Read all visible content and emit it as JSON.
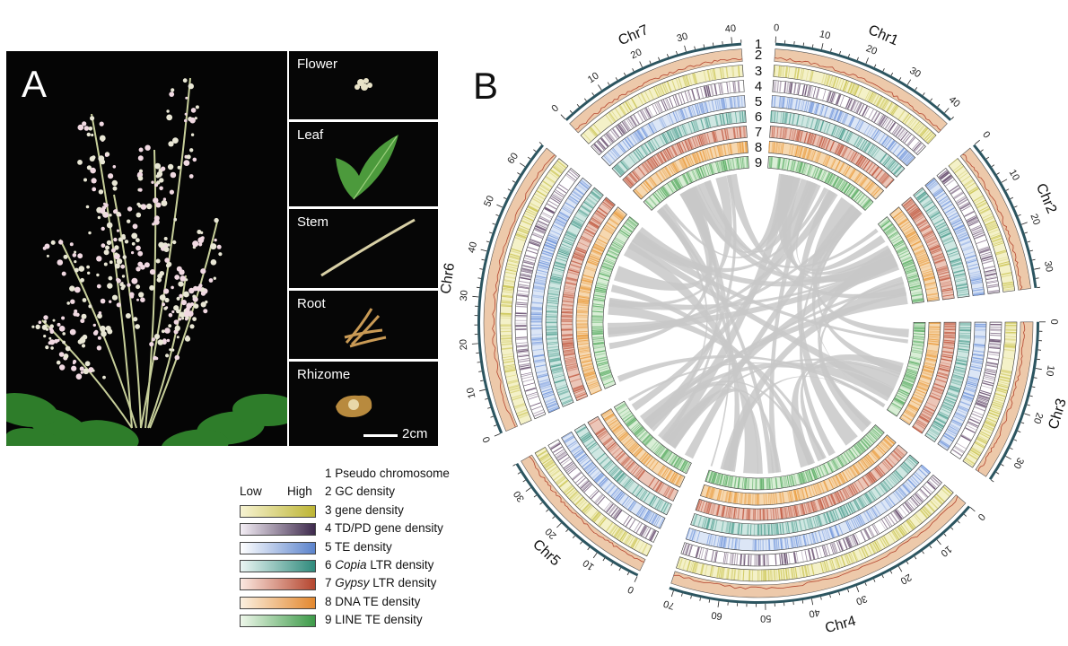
{
  "panel_a": {
    "letter": "A",
    "tissues": [
      "Flower",
      "Leaf",
      "Stem",
      "Root",
      "Rhizome"
    ],
    "scale_label": "2cm"
  },
  "panel_b": {
    "letter": "B",
    "track_numbers": [
      "1",
      "2",
      "3",
      "4",
      "5",
      "6",
      "7",
      "8",
      "9"
    ],
    "chromosomes": [
      {
        "name": "Chr1",
        "length": 42,
        "ticks": [
          "0",
          "10",
          "20",
          "30",
          "40"
        ]
      },
      {
        "name": "Chr2",
        "length": 34,
        "ticks": [
          "0",
          "10",
          "20",
          "30"
        ]
      },
      {
        "name": "Chr3",
        "length": 36,
        "ticks": [
          "0",
          "10",
          "20",
          "30"
        ]
      },
      {
        "name": "Chr4",
        "length": 71,
        "ticks": [
          "0",
          "10",
          "20",
          "30",
          "40",
          "50",
          "60",
          "70"
        ]
      },
      {
        "name": "Chr5",
        "length": 36,
        "ticks": [
          "0",
          "10",
          "20",
          "30"
        ]
      },
      {
        "name": "Chr6",
        "length": 66,
        "ticks": [
          "0",
          "10",
          "20",
          "30",
          "40",
          "50",
          "60"
        ]
      },
      {
        "name": "Chr7",
        "length": 42,
        "ticks": [
          "0",
          "10",
          "20",
          "30",
          "40"
        ]
      }
    ]
  },
  "legend": {
    "low": "Low",
    "high": "High",
    "items": [
      {
        "num": "1",
        "pre": "Pseudo chromosome",
        "ital": "",
        "post": ""
      },
      {
        "num": "2",
        "pre": "GC density",
        "ital": "",
        "post": ""
      },
      {
        "num": "3",
        "pre": "gene density",
        "ital": "",
        "post": "",
        "c1": "#f7f3d2",
        "c2": "#bdb534"
      },
      {
        "num": "4",
        "pre": "TD/PD gene density",
        "ital": "",
        "post": "",
        "c1": "#f4eef5",
        "c2": "#3e2a4d"
      },
      {
        "num": "5",
        "pre": "TE density",
        "ital": "",
        "post": "",
        "c1": "#ffffff",
        "c2": "#5b83cc"
      },
      {
        "num": "6",
        "pre": "",
        "ital": "Copia",
        "post": " LTR density",
        "c1": "#eaf5f3",
        "c2": "#2f8a7c"
      },
      {
        "num": "7",
        "pre": "",
        "ital": "Gypsy",
        "post": " LTR density",
        "c1": "#fbe8e0",
        "c2": "#b5462f"
      },
      {
        "num": "8",
        "pre": "DNA TE density",
        "ital": "",
        "post": "",
        "c1": "#fbf0e0",
        "c2": "#e3882f"
      },
      {
        "num": "9",
        "pre": "LINE TE density",
        "ital": "",
        "post": "",
        "c1": "#eef7ea",
        "c2": "#3c9a48"
      }
    ]
  },
  "colors": {
    "outline": "#2c5560",
    "gc_fill": "#edc9aa",
    "gc_line": "#b5462f",
    "link": "#c8c8c8",
    "t3": "#cfc95f",
    "t4": "#6e5675",
    "t5": "#7c9ede",
    "t6": "#5aa597",
    "t7": "#c4624a",
    "t8": "#eba24a",
    "t9": "#66b36e"
  }
}
